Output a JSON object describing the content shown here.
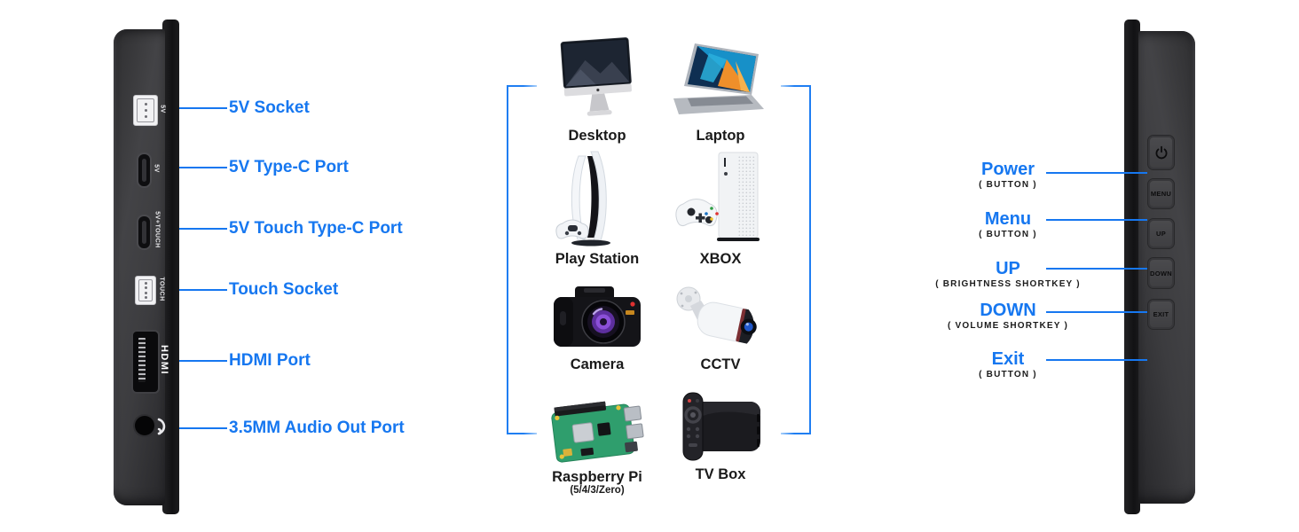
{
  "title": "Portable monitor side ports, compatible devices and side buttons diagram",
  "colors": {
    "accent_blue": "#1677f0",
    "text_dark": "#1a1a1a"
  },
  "left_device": {
    "port_callouts": [
      {
        "label": "5V Socket",
        "marking": "5V"
      },
      {
        "label": "5V Type-C Port",
        "marking": "5V"
      },
      {
        "label": "5V Touch Type-C Port",
        "marking": "5V+TOUCH"
      },
      {
        "label": "Touch Socket",
        "marking": "TOUCH"
      },
      {
        "label": "HDMI Port",
        "marking": "HDMI"
      },
      {
        "label": "3.5MM Audio Out Port",
        "marking": ""
      }
    ]
  },
  "compatible_devices": [
    {
      "name": "Desktop"
    },
    {
      "name": "Laptop"
    },
    {
      "name": "Play Station"
    },
    {
      "name": "XBOX"
    },
    {
      "name": "Camera"
    },
    {
      "name": "CCTV"
    },
    {
      "name": "Raspberry Pi",
      "variants": "(5/4/3/Zero)"
    },
    {
      "name": "TV Box"
    }
  ],
  "right_device": {
    "button_callouts": [
      {
        "label": "Power",
        "caption": "( BUTTON )",
        "key_text": "",
        "key_icon": "power-icon"
      },
      {
        "label": "Menu",
        "caption": "( BUTTON )",
        "key_text": "MENU"
      },
      {
        "label": "UP",
        "caption": "( BRIGHTNESS SHORTKEY )",
        "key_text": "UP"
      },
      {
        "label": "DOWN",
        "caption": "( VOLUME SHORTKEY )",
        "key_text": "DOWN"
      },
      {
        "label": "Exit",
        "caption": "( BUTTON )",
        "key_text": "EXIT"
      }
    ]
  }
}
